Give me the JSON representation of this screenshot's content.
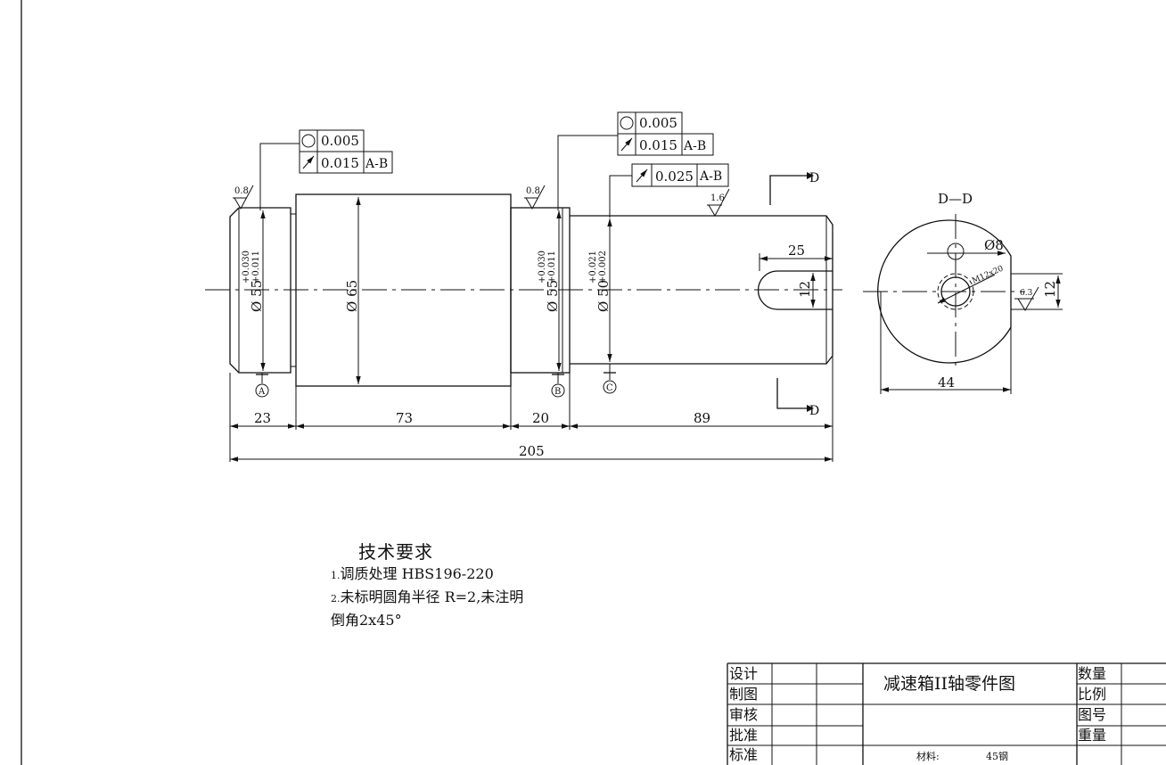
{
  "drawing": {
    "tolerance_frames": [
      {
        "symbol": "circularity-icon",
        "value": "0.005"
      },
      {
        "symbol": "runout-icon",
        "value": "0.015",
        "datum": "A-B"
      },
      {
        "symbol": "circularity-icon",
        "value": "0.005"
      },
      {
        "symbol": "runout-icon",
        "value": "0.015",
        "datum": "A-B"
      },
      {
        "symbol": "runout-icon",
        "value": "0.025",
        "datum": "A-B"
      }
    ],
    "roughness": [
      "0.8",
      "0.8",
      "1.6",
      "6.3"
    ],
    "diameters": {
      "d1": "Ø 55",
      "d1_upper": "+0.030",
      "d1_lower": "+0.011",
      "d2": "Ø 65",
      "d3": "Ø 55",
      "d3_upper": "+0.030",
      "d3_lower": "+0.011",
      "d4": "Ø 50",
      "d4_upper": "+0.021",
      "d4_lower": "+0.002"
    },
    "datums": [
      "A",
      "B",
      "C"
    ],
    "lengths": [
      "23",
      "73",
      "20",
      "89"
    ],
    "overall_length": "205",
    "keyway_length": "25",
    "keyway_width": "12",
    "section_marker": "D",
    "section_title": "D—D",
    "section_hole": "Ø8",
    "section_thread": "M12x20",
    "section_flat": "12",
    "section_width": "44"
  },
  "requirements": {
    "heading": "技术要求",
    "items": [
      {
        "num": "1.",
        "text": "调质处理 HBS196-220"
      },
      {
        "num": "2.",
        "text": "未标明圆角半径 R=2,未注明"
      },
      {
        "num": "",
        "text": "倒角2x45°"
      }
    ]
  },
  "title_block": {
    "design": "设计",
    "draw": "制图",
    "review": "审核",
    "approve": "批准",
    "standard": "标准",
    "title": "减速箱II轴零件图",
    "quantity": "数量",
    "scale": "比例",
    "drawing_no": "图号",
    "weight": "重量",
    "material_label": "材料:",
    "material": "45钢"
  }
}
